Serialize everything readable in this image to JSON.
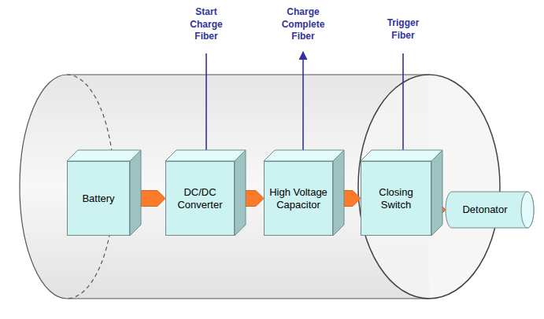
{
  "diagram": {
    "nodes": [
      {
        "text": [
          "Battery"
        ]
      },
      {
        "text": [
          "DC/DC Converter"
        ]
      },
      {
        "text": [
          "High Voltage Capacitor"
        ]
      },
      {
        "text": [
          "Closing Switch"
        ]
      },
      {
        "text": [
          "Detonator"
        ]
      }
    ],
    "edges": [
      {
        "from": 0,
        "to": 1,
        "arrow": "to"
      },
      {
        "from": 1,
        "to": 2,
        "arrow": "to"
      },
      {
        "from": 2,
        "to": 3,
        "arrow": "to"
      },
      {
        "from": 3,
        "to": 4,
        "arrow": "to"
      }
    ],
    "labels": [
      "Start Charge Fiber",
      "Charge Complete Fiber",
      "Trigger Fiber"
    ]
  }
}
